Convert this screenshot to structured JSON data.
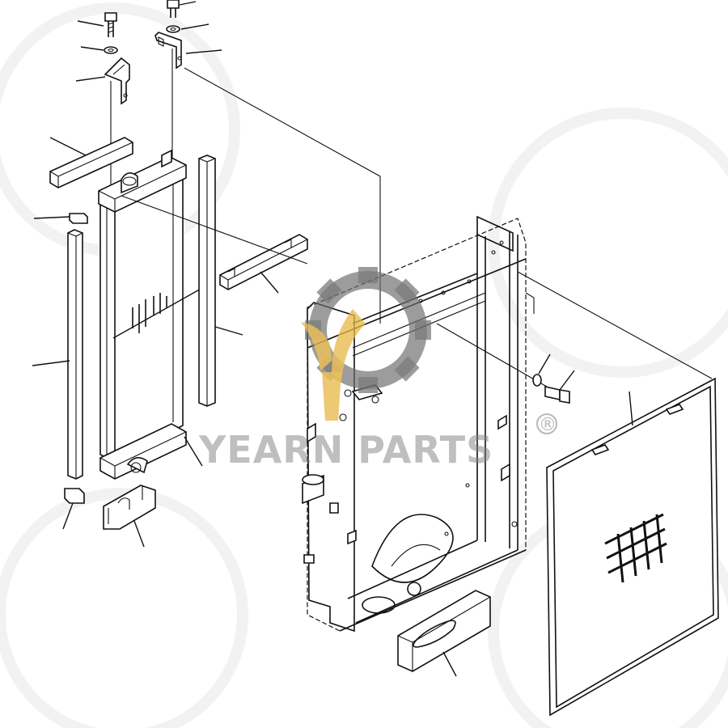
{
  "watermark": {
    "brand_text": "YEARN PARTS",
    "registered_mark": "®",
    "gear_color": "#6e6e6e",
    "accent_color": "#e8b84a",
    "text_color": "#7d7d7d"
  },
  "diagram": {
    "line_color": "#111111",
    "background": "#ffffff",
    "parts": [
      {
        "name": "bolt"
      },
      {
        "name": "washer"
      },
      {
        "name": "bracket"
      },
      {
        "name": "seal-block"
      },
      {
        "name": "radiator"
      },
      {
        "name": "seal-strip"
      },
      {
        "name": "guard"
      },
      {
        "name": "support"
      },
      {
        "name": "frame"
      },
      {
        "name": "mesh-screen"
      },
      {
        "name": "cover-plate"
      }
    ]
  }
}
